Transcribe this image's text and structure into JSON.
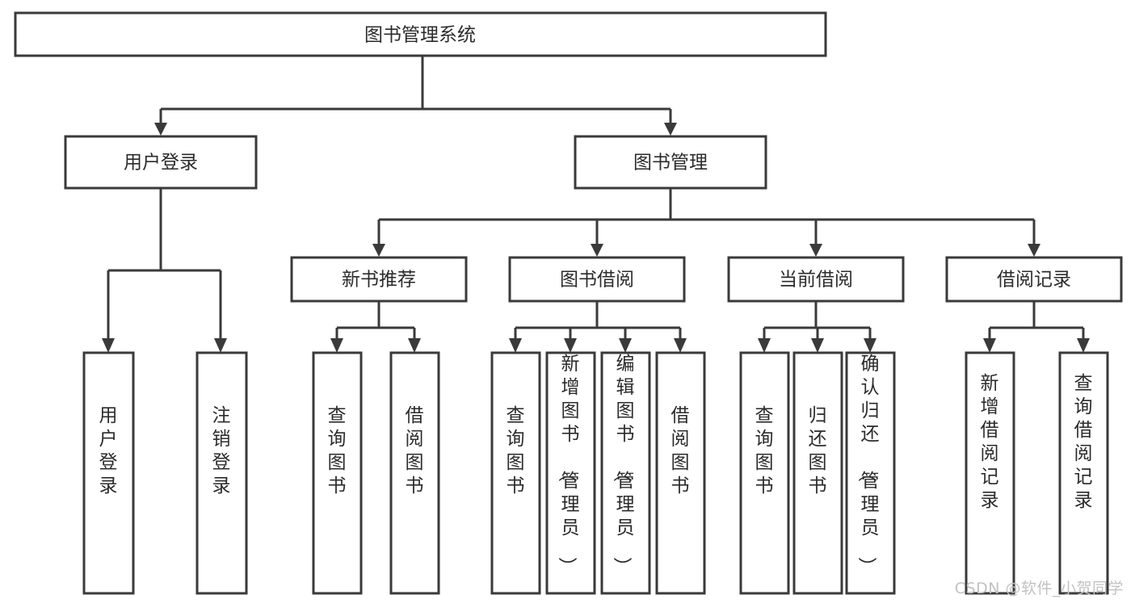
{
  "diagram": {
    "type": "tree-hierarchy",
    "title": "图书管理系统",
    "watermark": "CSDN @软件_小贺同学",
    "colors": {
      "stroke": "#3a3a3a",
      "box_fill": "#ffffff",
      "text": "#2b2b2b",
      "background": "#ffffff",
      "watermark": "#c2c2c2"
    },
    "levels": {
      "root": {
        "label": "图书管理系统"
      },
      "level2": [
        {
          "id": "user-login",
          "label": "用户登录"
        },
        {
          "id": "book-management",
          "label": "图书管理"
        }
      ],
      "level3": [
        {
          "id": "new-book-recommend",
          "label": "新书推荐",
          "parent": "book-management"
        },
        {
          "id": "book-borrow",
          "label": "图书借阅",
          "parent": "book-management"
        },
        {
          "id": "current-borrow",
          "label": "当前借阅",
          "parent": "book-management"
        },
        {
          "id": "borrow-record",
          "label": "借阅记录",
          "parent": "book-management"
        }
      ],
      "leaves": [
        {
          "id": "leaf-user-login",
          "label": "用户登录",
          "parent": "user-login"
        },
        {
          "id": "leaf-logout-login",
          "label": "注销登录",
          "parent": "user-login"
        },
        {
          "id": "leaf-query-book-1",
          "label": "查询图书",
          "parent": "new-book-recommend"
        },
        {
          "id": "leaf-borrow-book-1",
          "label": "借阅图书",
          "parent": "new-book-recommend"
        },
        {
          "id": "leaf-query-book-2",
          "label": "查询图书",
          "parent": "book-borrow"
        },
        {
          "id": "leaf-add-book",
          "label": "新增图书（管理员）",
          "parent": "book-borrow"
        },
        {
          "id": "leaf-edit-book",
          "label": "编辑图书（管理员）",
          "parent": "book-borrow"
        },
        {
          "id": "leaf-borrow-book-2",
          "label": "借阅图书",
          "parent": "book-borrow"
        },
        {
          "id": "leaf-query-book-3",
          "label": "查询图书",
          "parent": "current-borrow"
        },
        {
          "id": "leaf-return-book",
          "label": "归还图书",
          "parent": "current-borrow"
        },
        {
          "id": "leaf-confirm-return",
          "label": "确认归还（管理员）",
          "parent": "current-borrow"
        },
        {
          "id": "leaf-add-record",
          "label": "新增借阅记录",
          "parent": "borrow-record"
        },
        {
          "id": "leaf-query-record",
          "label": "查询借阅记录",
          "parent": "borrow-record"
        }
      ]
    }
  }
}
